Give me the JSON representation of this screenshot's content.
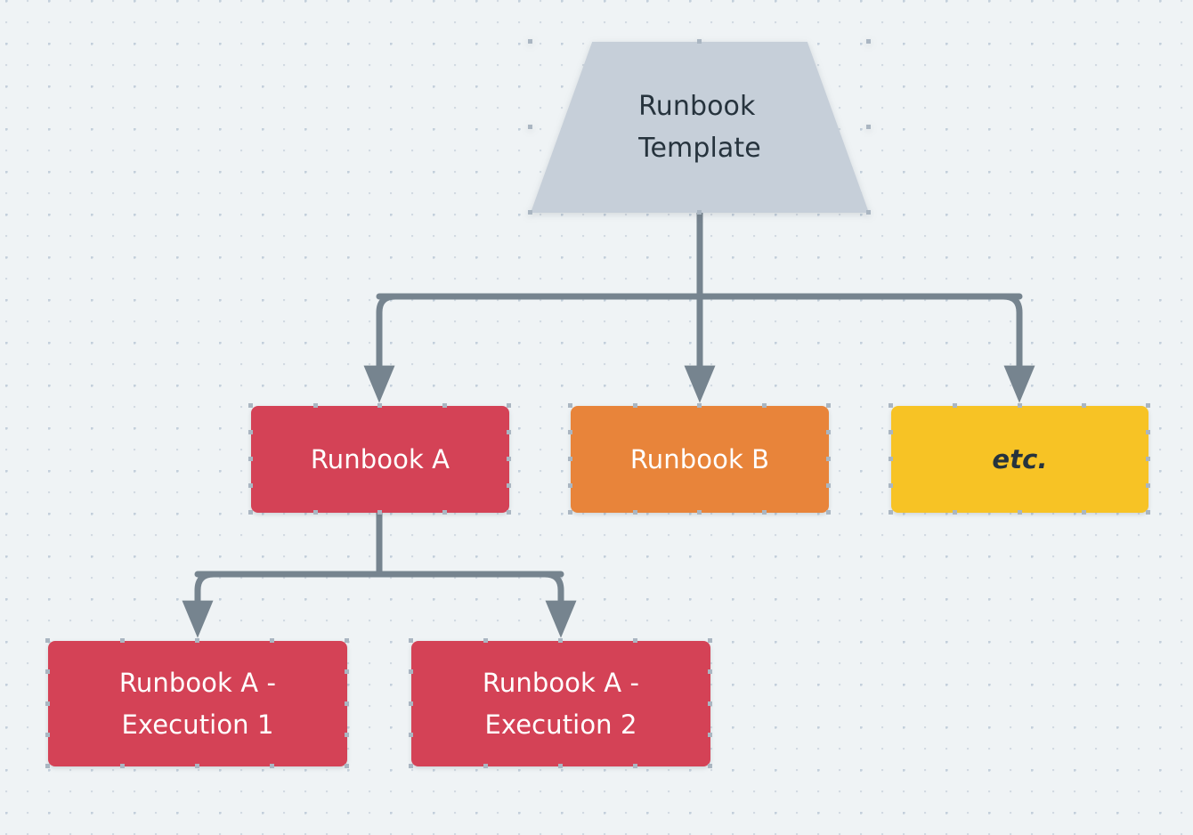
{
  "diagram": {
    "background_color": "#eff3f5",
    "grid_dot_color": "#c3cfdb",
    "edge_color": "#76848f",
    "nodes": [
      {
        "id": "runbook-template",
        "label": "Runbook\nTemplate",
        "shape": "trapezoid",
        "fill": "#c6cfd9",
        "text_color": "#26333d",
        "italic": false
      },
      {
        "id": "runbook-a",
        "label": "Runbook A",
        "shape": "rounded-rect",
        "fill": "#d44256",
        "text_color": "#ffffff",
        "italic": false
      },
      {
        "id": "runbook-b",
        "label": "Runbook B",
        "shape": "rounded-rect",
        "fill": "#e8843a",
        "text_color": "#ffffff",
        "italic": false
      },
      {
        "id": "etc",
        "label": "etc.",
        "shape": "rounded-rect",
        "fill": "#f7c325",
        "text_color": "#26333d",
        "italic": true
      },
      {
        "id": "runbook-a-execution-1",
        "label": "Runbook A -\nExecution 1",
        "shape": "rounded-rect",
        "fill": "#d44256",
        "text_color": "#ffffff",
        "italic": false
      },
      {
        "id": "runbook-a-execution-2",
        "label": "Runbook A -\nExecution 2",
        "shape": "rounded-rect",
        "fill": "#d44256",
        "text_color": "#ffffff",
        "italic": false
      }
    ],
    "edges": [
      {
        "from": "runbook-template",
        "to": "runbook-a"
      },
      {
        "from": "runbook-template",
        "to": "runbook-b"
      },
      {
        "from": "runbook-template",
        "to": "etc"
      },
      {
        "from": "runbook-a",
        "to": "runbook-a-execution-1"
      },
      {
        "from": "runbook-a",
        "to": "runbook-a-execution-2"
      }
    ]
  }
}
